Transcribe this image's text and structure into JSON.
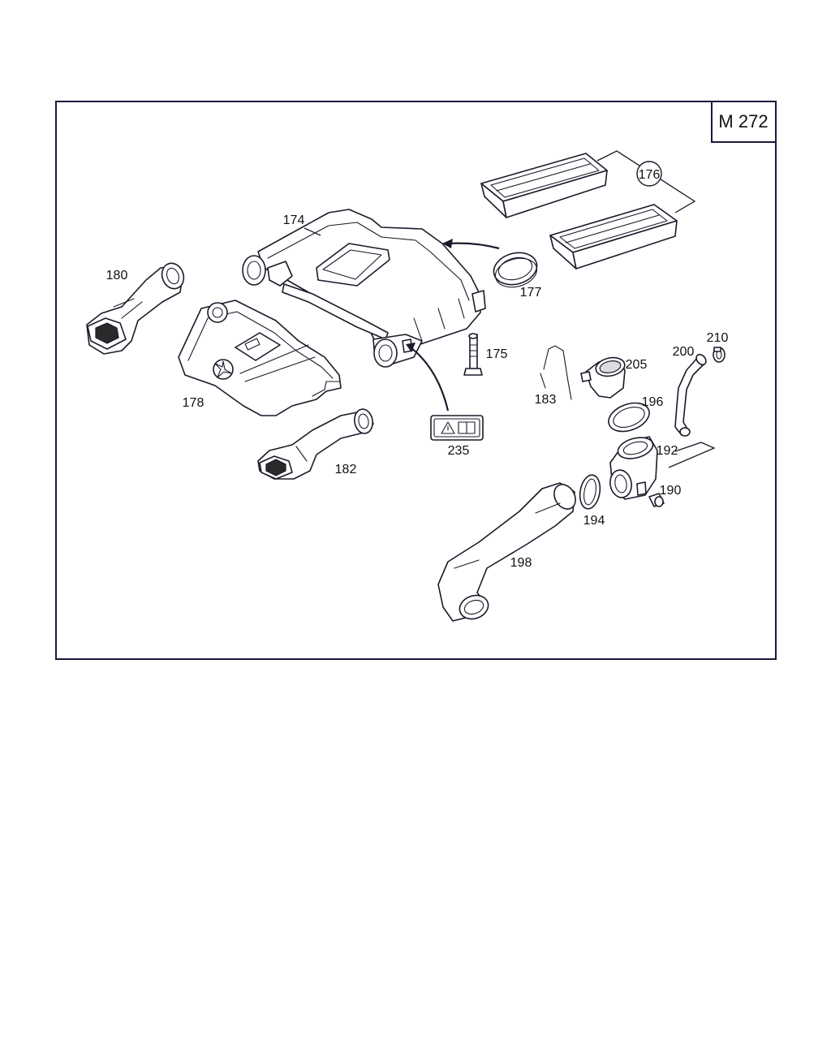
{
  "diagram": {
    "model_code": "M 272",
    "parts": [
      {
        "id": "174",
        "label": "174"
      },
      {
        "id": "175",
        "label": "175"
      },
      {
        "id": "176",
        "label": "176"
      },
      {
        "id": "177",
        "label": "177"
      },
      {
        "id": "178",
        "label": "178"
      },
      {
        "id": "180",
        "label": "180"
      },
      {
        "id": "182",
        "label": "182"
      },
      {
        "id": "183",
        "label": "183"
      },
      {
        "id": "190",
        "label": "190"
      },
      {
        "id": "192",
        "label": "192"
      },
      {
        "id": "194",
        "label": "194"
      },
      {
        "id": "196",
        "label": "196"
      },
      {
        "id": "198",
        "label": "198"
      },
      {
        "id": "200",
        "label": "200"
      },
      {
        "id": "205",
        "label": "205"
      },
      {
        "id": "210",
        "label": "210"
      },
      {
        "id": "235",
        "label": "235"
      }
    ]
  }
}
